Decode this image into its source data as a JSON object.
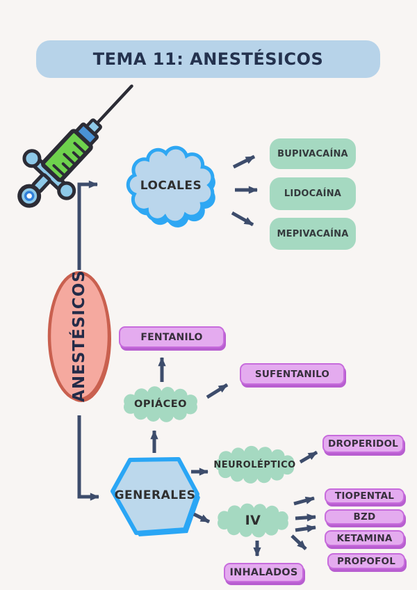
{
  "title": "TEMA 11: ANESTÉSICOS",
  "icons": {
    "syringe": "syringe-illustration"
  },
  "root": {
    "label": "ANESTÉSICOS"
  },
  "branches": {
    "locales": {
      "label": "LOCALES",
      "drugs": [
        "BUPIVACAÍNA",
        "LIDOCAÍNA",
        "MEPIVACAÍNA"
      ]
    },
    "generales": {
      "label": "GENERALES",
      "subgroups": {
        "opiaceo": {
          "label": "OPIÁCEO",
          "drugs": [
            "FENTANILO",
            "SUFENTANILO"
          ]
        },
        "neuroleptico": {
          "label": "NEUROLÉPTICO",
          "drugs": [
            "DROPERIDOL"
          ]
        },
        "iv": {
          "label": "IV",
          "drugs": [
            "TIOPENTAL",
            "BZD",
            "KETAMINA",
            "PROPOFOL"
          ]
        },
        "inhalados": {
          "label": "INHALADOS"
        }
      }
    }
  },
  "palette": {
    "background": "#f8f5f3",
    "banner_blue": "#b7d3e9",
    "navy_text": "#24324e",
    "arrow_navy": "#3d4c6b",
    "cloud_blue_fill": "#bad6ec",
    "cloud_blue_stroke": "#2ea7f3",
    "mint_green": "#a5d9c1",
    "salmon_fill": "#f5a99f",
    "salmon_stroke": "#c9604f",
    "purple_fill": "#e4abef",
    "purple_stroke": "#c76bdc",
    "syringe_green": "#6ed24d",
    "syringe_blue": "#4a92d4",
    "syringe_light_blue": "#8ec9e8"
  }
}
